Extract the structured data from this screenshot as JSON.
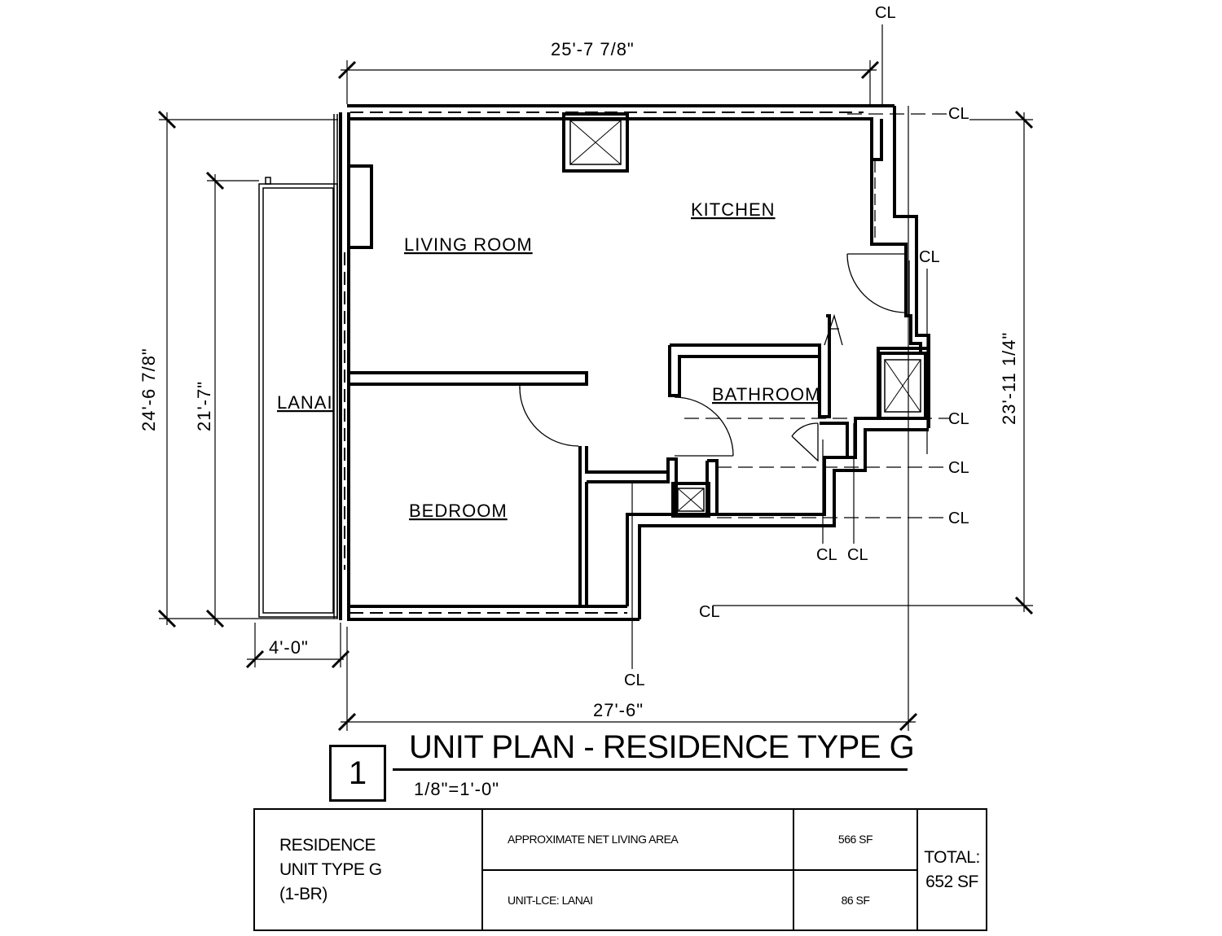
{
  "dimensions": {
    "top_width": "25'-7 7/8\"",
    "bottom_width": "27'-6\"",
    "left_height": "24'-6 7/8\"",
    "lanai_height": "21'-7\"",
    "right_height": "23'-11 1/4\"",
    "lanai_width": "4'-0\""
  },
  "rooms": {
    "living_room": "LIVING ROOM",
    "kitchen": "KITCHEN",
    "bathroom": "BATHROOM",
    "bedroom": "BEDROOM",
    "lanai": "LANAI"
  },
  "centerline_symbol": "CL",
  "title": {
    "number": "1",
    "text": "UNIT PLAN - RESIDENCE TYPE G",
    "scale": "1/8\"=1'-0\""
  },
  "area_table": {
    "residence_line1": "RESIDENCE",
    "residence_line2": "UNIT TYPE G",
    "residence_line3": "(1-BR)",
    "row1_label": "APPROXIMATE NET LIVING AREA",
    "row1_value": "566 SF",
    "row2_label": "UNIT-LCE: LANAI",
    "row2_value": "86 SF",
    "total_line1": "TOTAL:",
    "total_line2": "652 SF"
  }
}
